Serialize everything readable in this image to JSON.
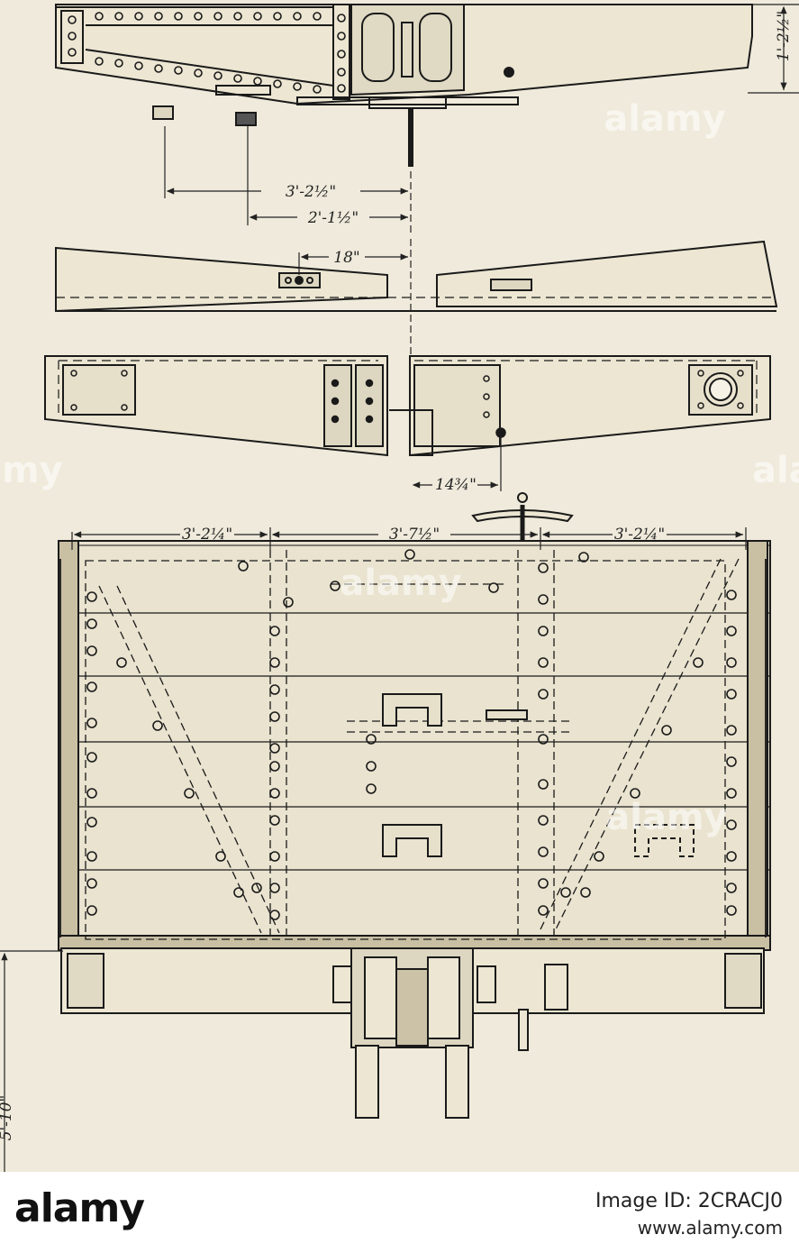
{
  "dimensions": {
    "top_height": "1'-2½\"",
    "upper_a": "3'-2½\"",
    "upper_b": "2'-1½\"",
    "mid_18": "18\"",
    "offset_14": "14¾\"",
    "plan_left": "3'-2¼\"",
    "plan_center": "3'-7½\"",
    "plan_right": "3'-2¼\"",
    "overall_left": "5'-10\""
  },
  "watermark": {
    "center": "alamy",
    "left": "my",
    "right": "ala",
    "bottom": "alamy"
  },
  "footer": {
    "brand": "alamy",
    "image_id": "Image ID: 2CRACJ0",
    "site": "www.alamy.com"
  }
}
